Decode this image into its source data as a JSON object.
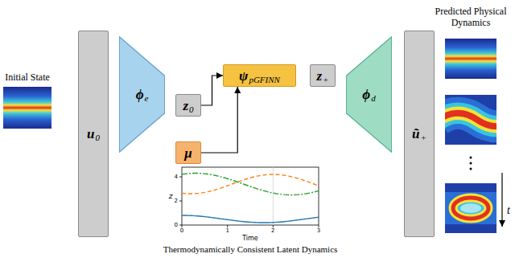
{
  "diagram": {
    "nodes": [
      {
        "text": [
          "u",
          "0"
        ]
      },
      {
        "text": [
          "ϕ",
          "e"
        ]
      },
      {
        "text": [
          "z",
          "0"
        ]
      },
      {
        "text": [
          "μ"
        ]
      },
      {
        "text": [
          "ψ",
          "pGFINN"
        ]
      },
      {
        "text": [
          "z",
          "+"
        ]
      },
      {
        "text": [
          "ϕ",
          "d"
        ]
      },
      {
        "text": [
          "ũ",
          "+"
        ]
      }
    ],
    "edges": [
      {
        "from": 2,
        "to": 4,
        "arrow": "to"
      },
      {
        "from": 3,
        "to": 4,
        "arrow": "to"
      }
    ],
    "labels": [
      "Initial State",
      "Predicted Physical Dynamics",
      "t",
      "z",
      "0",
      "2",
      "4",
      "0",
      "1",
      "2",
      "3",
      "Time",
      "Thermodynamically Consistent Latent Dynamics"
    ]
  }
}
